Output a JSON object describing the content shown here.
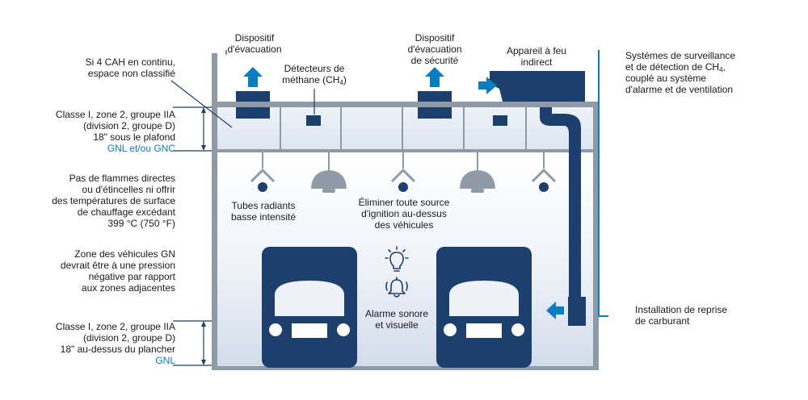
{
  "labels": {
    "cah": [
      "Si 4 CAH en continu,",
      "espace non classifié"
    ],
    "classe_plafond": [
      "Classe I, zone 2, groupe IIA",
      "(division 2, groupe D)",
      "18\" sous le plafond"
    ],
    "gnl_gnc": "GNL et/ou GNC",
    "flammes": [
      "Pas de flammes directes",
      "ou d'étincelles ni offrir",
      "des températures de surface",
      "de chauffage excédant",
      "399 °C (750 °F)"
    ],
    "zone_vehicules": [
      "Zone des véhicules GN",
      "devrait être à une pression",
      "négative par rapport",
      "aux zones adjacentes"
    ],
    "classe_plancher": [
      "Classe I, zone 2, groupe IIA",
      "(division 2, groupe D)",
      "18\" au-dessus du plancher"
    ],
    "gnl": "GNL",
    "dispositif_evacuation": [
      "Dispositif",
      "d'évacuation"
    ],
    "detecteurs": "Détecteurs de",
    "methane_prefix": "méthane (CH",
    "methane_sub": "4",
    "methane_suffix": ")",
    "dispositif_securite": [
      "Dispositif",
      "d'évacuation",
      "de sécurité"
    ],
    "appareil": [
      "Appareil à feu",
      "indirect"
    ],
    "systemes_l1": "Systèmes de surveillance",
    "systemes_l2_prefix": "et de détection de CH",
    "systemes_l2_sub": "4",
    "systemes_l2_suffix": ",",
    "systemes_l3": "couplé au système",
    "systemes_l4": "d'alarme et de ventilation",
    "tubes": [
      "Tubes radiants",
      "basse intensité"
    ],
    "eliminer": [
      "Éliminer toute source",
      "d'ignition au-dessus",
      "des véhicules"
    ],
    "alarme": [
      "Alarme sonore",
      "et visuelle"
    ],
    "installation": [
      "Installation de reprise",
      "de carburant"
    ]
  },
  "colors": {
    "navy": "#1d3f6e",
    "blue_accent": "#0a7cc1",
    "wall_grey": "#8e9aa6",
    "light_fill": "#dbe3ef",
    "lamp_grey": "#8e9aa6"
  },
  "icons": [
    "up-arrow-icon",
    "right-arrow-icon",
    "left-arrow-icon",
    "lightbulb-icon",
    "bell-icon",
    "truck-icon",
    "radiant-tube-icon",
    "lamp-icon",
    "methane-detector-icon"
  ]
}
